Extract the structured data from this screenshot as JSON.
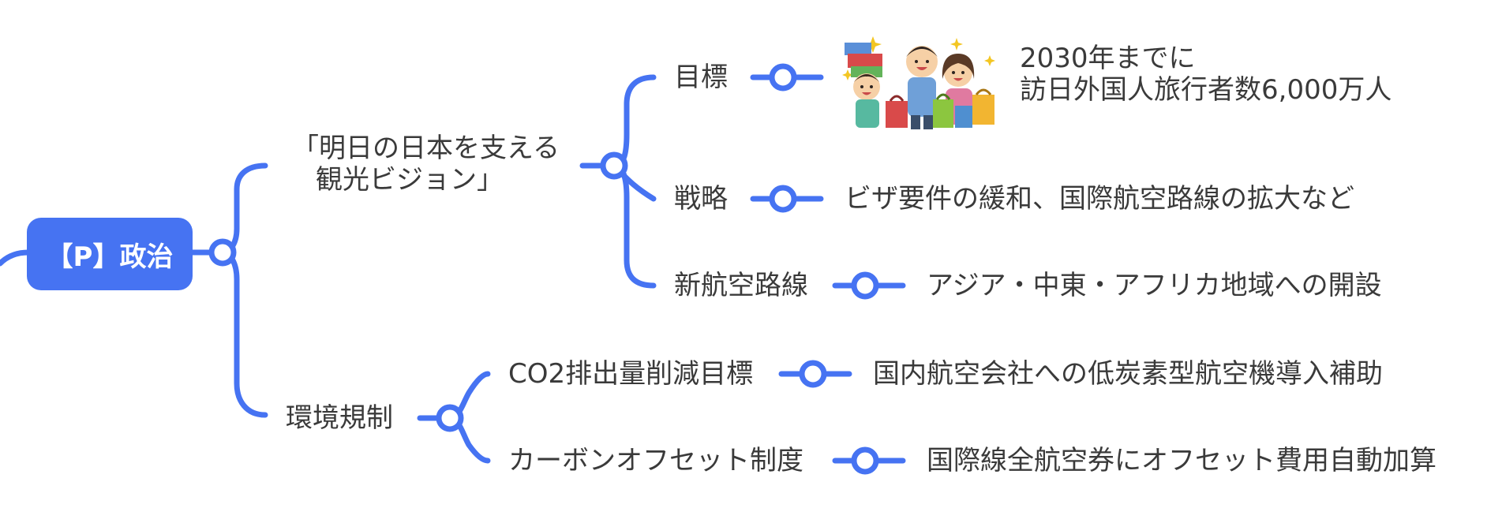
{
  "root": {
    "label": "【P】政治"
  },
  "branch_vision": {
    "line1": "「明日の日本を支える",
    "line2": "観光ビジョン」"
  },
  "branch_env": {
    "label": "環境規制"
  },
  "goal": {
    "label": "目標",
    "detail_line1": "2030年までに",
    "detail_line2": "訪日外国人旅行者数6,000万人"
  },
  "strategy": {
    "label": "戦略",
    "detail": "ビザ要件の緩和、国際航空路線の拡大など"
  },
  "new_routes": {
    "label": "新航空路線",
    "detail": "アジア・中東・アフリカ地域への開設"
  },
  "co2": {
    "label": "CO2排出量削減目標",
    "detail": "国内航空会社への低炭素型航空機導入補助"
  },
  "carbon": {
    "label": "カーボンオフセット制度",
    "detail": "国際線全航空券にオフセット費用自動加算"
  },
  "colors": {
    "accent": "#4673f2",
    "text": "#3a3a3a"
  },
  "illustration_icon": "tourists-shopping-bags-illustration"
}
